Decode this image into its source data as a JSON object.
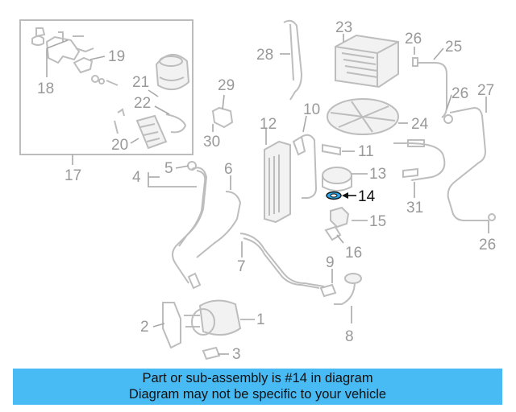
{
  "diagram": {
    "callouts": [
      {
        "id": "c1",
        "text": "1"
      },
      {
        "id": "c2",
        "text": "2"
      },
      {
        "id": "c3",
        "text": "3"
      },
      {
        "id": "c4",
        "text": "4"
      },
      {
        "id": "c5",
        "text": "5"
      },
      {
        "id": "c6",
        "text": "6"
      },
      {
        "id": "c7",
        "text": "7"
      },
      {
        "id": "c8",
        "text": "8"
      },
      {
        "id": "c9",
        "text": "9"
      },
      {
        "id": "c10",
        "text": "10"
      },
      {
        "id": "c11",
        "text": "11"
      },
      {
        "id": "c12",
        "text": "12"
      },
      {
        "id": "c13",
        "text": "13"
      },
      {
        "id": "c14",
        "text": "14"
      },
      {
        "id": "c15",
        "text": "15"
      },
      {
        "id": "c16",
        "text": "16"
      },
      {
        "id": "c17",
        "text": "17"
      },
      {
        "id": "c18",
        "text": "18"
      },
      {
        "id": "c19",
        "text": "19"
      },
      {
        "id": "c20",
        "text": "20"
      },
      {
        "id": "c21",
        "text": "21"
      },
      {
        "id": "c22",
        "text": "22"
      },
      {
        "id": "c23",
        "text": "23"
      },
      {
        "id": "c24",
        "text": "24"
      },
      {
        "id": "c25",
        "text": "25"
      },
      {
        "id": "c26a",
        "text": "26"
      },
      {
        "id": "c26b",
        "text": "26"
      },
      {
        "id": "c26c",
        "text": "26"
      },
      {
        "id": "c27",
        "text": "27"
      },
      {
        "id": "c28",
        "text": "28"
      },
      {
        "id": "c29",
        "text": "29"
      },
      {
        "id": "c30",
        "text": "30"
      },
      {
        "id": "c31",
        "text": "31"
      }
    ],
    "highlight_color": "#2aa7e8"
  },
  "banner": {
    "line1": "Part or sub-assembly is #14 in diagram",
    "line2": "Diagram may not be specific to your vehicle",
    "background": "#48bbf5"
  }
}
